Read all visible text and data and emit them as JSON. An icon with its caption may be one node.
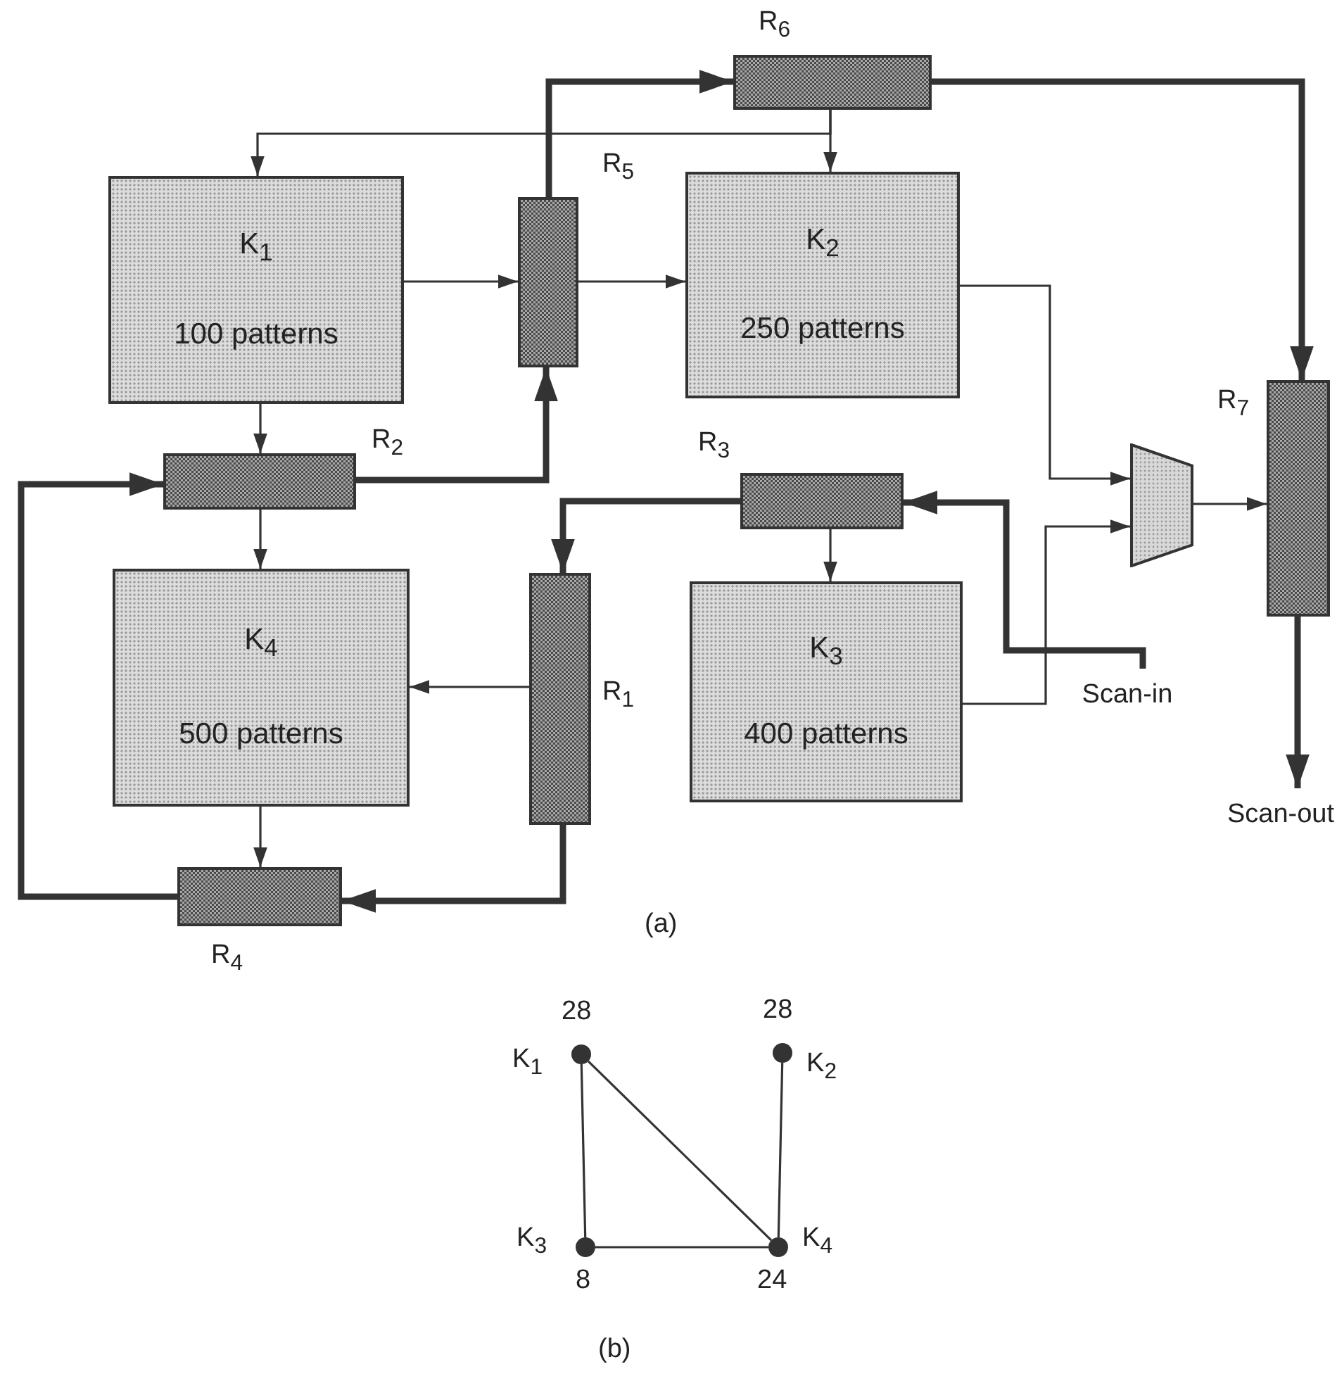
{
  "diagram": {
    "nodes": [
      {
        "text": [
          "K$_{1}$",
          "100 patterns"
        ]
      },
      {
        "text": [
          "K$_{2}$",
          "250 patterns"
        ]
      },
      {
        "text": [
          "K$_{4}$",
          "500 patterns"
        ]
      },
      {
        "text": [
          "K$_{3}$",
          "400 patterns"
        ]
      },
      {
        "text": [
          "R$_{1}$"
        ]
      },
      {
        "text": [
          "R$_{2}$"
        ]
      },
      {
        "text": [
          "R$_{3}$"
        ]
      },
      {
        "text": [
          "R$_{4}$"
        ]
      },
      {
        "text": [
          "R$_{5}$"
        ]
      },
      {
        "text": [
          "R$_{6}$"
        ]
      },
      {
        "text": [
          "R$_{7}$"
        ]
      },
      {
        "text": [],
        "shape": "trapezoid"
      },
      {
        "text": [
          "Scan-in"
        ]
      },
      {
        "text": [
          "Scan-out"
        ]
      },
      {
        "text": [],
        "shape": "circle",
        "beside": [
          "28",
          "K$_{1}$"
        ]
      },
      {
        "text": [],
        "shape": "circle",
        "beside": [
          "28",
          "K$_{2}$"
        ]
      },
      {
        "text": [],
        "shape": "circle",
        "beside": [
          "K$_{3}$",
          "8"
        ]
      },
      {
        "text": [],
        "shape": "circle",
        "beside": [
          "K$_{4}$",
          "24"
        ]
      }
    ],
    "edges": [
      {
        "from": 0,
        "to": 8,
        "arrow": "to"
      },
      {
        "from": 8,
        "to": 1,
        "arrow": "to"
      },
      {
        "from": 9,
        "to": 0,
        "arrow": "to"
      },
      {
        "from": 9,
        "to": 1,
        "arrow": "to"
      },
      {
        "from": 8,
        "to": 9,
        "arrow": "to",
        "style": "thick"
      },
      {
        "from": 9,
        "to": 10,
        "arrow": "to",
        "style": "thick"
      },
      {
        "from": 0,
        "to": 5,
        "arrow": "to"
      },
      {
        "from": 5,
        "to": 2,
        "arrow": "to"
      },
      {
        "from": 5,
        "to": 8,
        "arrow": "to",
        "style": "thick"
      },
      {
        "from": 7,
        "to": 5,
        "arrow": "to",
        "style": "thick"
      },
      {
        "from": 2,
        "to": 7,
        "arrow": "to"
      },
      {
        "from": 4,
        "to": 2,
        "arrow": "to"
      },
      {
        "from": 4,
        "to": 7,
        "arrow": "to",
        "style": "thick"
      },
      {
        "from": 6,
        "to": 4,
        "arrow": "to",
        "style": "thick"
      },
      {
        "from": 6,
        "to": 3,
        "arrow": "to"
      },
      {
        "from": 12,
        "to": 6,
        "arrow": "to",
        "style": "thick"
      },
      {
        "from": 1,
        "to": 11,
        "arrow": "to"
      },
      {
        "from": 3,
        "to": 11,
        "arrow": "to"
      },
      {
        "from": 11,
        "to": 10,
        "arrow": "to"
      },
      {
        "from": 10,
        "to": 13,
        "arrow": "to",
        "style": "thick"
      },
      {
        "from": 14,
        "to": 16,
        "arrow": "none"
      },
      {
        "from": 14,
        "to": 17,
        "arrow": "none"
      },
      {
        "from": 15,
        "to": 17,
        "arrow": "none"
      },
      {
        "from": 16,
        "to": 17,
        "arrow": "none"
      }
    ],
    "labels": [
      "(a)",
      "(b)"
    ]
  }
}
